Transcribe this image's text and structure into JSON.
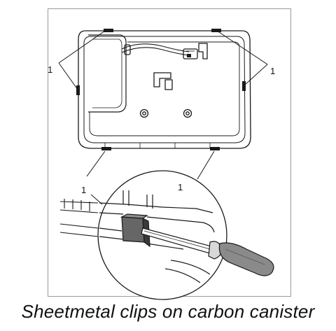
{
  "diagram": {
    "callouts": {
      "top_left": "1",
      "top_right": "1",
      "detail_left": "1",
      "detail_right": "1"
    }
  },
  "caption": "Sheetmetal clips on carbon canister",
  "colors": {
    "line": "#1a1a1a",
    "frame": "#9a9a9a",
    "clip_fill": "#666666",
    "handle_fill": "#8a8a8a"
  }
}
